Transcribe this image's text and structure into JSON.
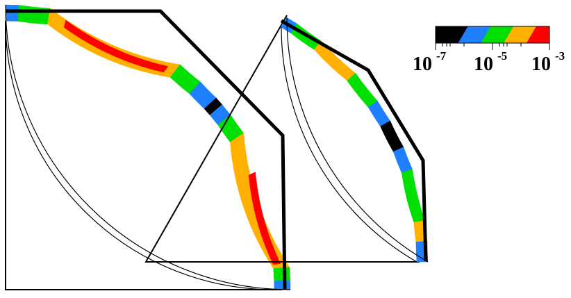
{
  "colormap": {
    "colors": [
      "#000000",
      "#1e7fff",
      "#00e000",
      "#ffb000",
      "#ff0000"
    ],
    "ticks": [
      {
        "base": "10",
        "exp": "-7"
      },
      {
        "base": "10",
        "exp": "-5"
      },
      {
        "base": "10",
        "exp": "-3"
      }
    ],
    "scale": "log"
  },
  "panels": [
    {
      "id": "left",
      "shell_bands": [
        {
          "from": 0.0,
          "to": 0.03,
          "color": "#1e7fff"
        },
        {
          "from": 0.03,
          "to": 0.1,
          "color": "#00e000"
        },
        {
          "from": 0.1,
          "to": 0.42,
          "color": "#ffb000"
        },
        {
          "from": 0.42,
          "to": 0.48,
          "color": "#00e000"
        },
        {
          "from": 0.48,
          "to": 0.53,
          "color": "#1e7fff"
        },
        {
          "from": 0.53,
          "to": 0.55,
          "color": "#000000"
        },
        {
          "from": 0.55,
          "to": 0.58,
          "color": "#1e7fff"
        },
        {
          "from": 0.58,
          "to": 0.63,
          "color": "#00e000"
        },
        {
          "from": 0.63,
          "to": 0.95,
          "color": "#ffb000"
        },
        {
          "from": 0.95,
          "to": 0.98,
          "color": "#00e000"
        },
        {
          "from": 0.98,
          "to": 1.0,
          "color": "#1e7fff"
        }
      ],
      "inner_bands": [
        {
          "from": 0.14,
          "to": 0.4,
          "color": "#ff0000"
        },
        {
          "from": 0.72,
          "to": 0.94,
          "color": "#ff0000"
        }
      ]
    },
    {
      "id": "right",
      "shell_bands": [
        {
          "from": 0.0,
          "to": 0.04,
          "color": "#1e7fff"
        },
        {
          "from": 0.04,
          "to": 0.14,
          "color": "#00e000"
        },
        {
          "from": 0.14,
          "to": 0.3,
          "color": "#ffb000"
        },
        {
          "from": 0.3,
          "to": 0.42,
          "color": "#00e000"
        },
        {
          "from": 0.42,
          "to": 0.5,
          "color": "#1e7fff"
        },
        {
          "from": 0.5,
          "to": 0.6,
          "color": "#000000"
        },
        {
          "from": 0.6,
          "to": 0.68,
          "color": "#1e7fff"
        },
        {
          "from": 0.68,
          "to": 0.86,
          "color": "#00e000"
        },
        {
          "from": 0.86,
          "to": 0.93,
          "color": "#ffb000"
        },
        {
          "from": 0.93,
          "to": 1.0,
          "color": "#1e7fff"
        }
      ],
      "inner_bands": []
    }
  ]
}
